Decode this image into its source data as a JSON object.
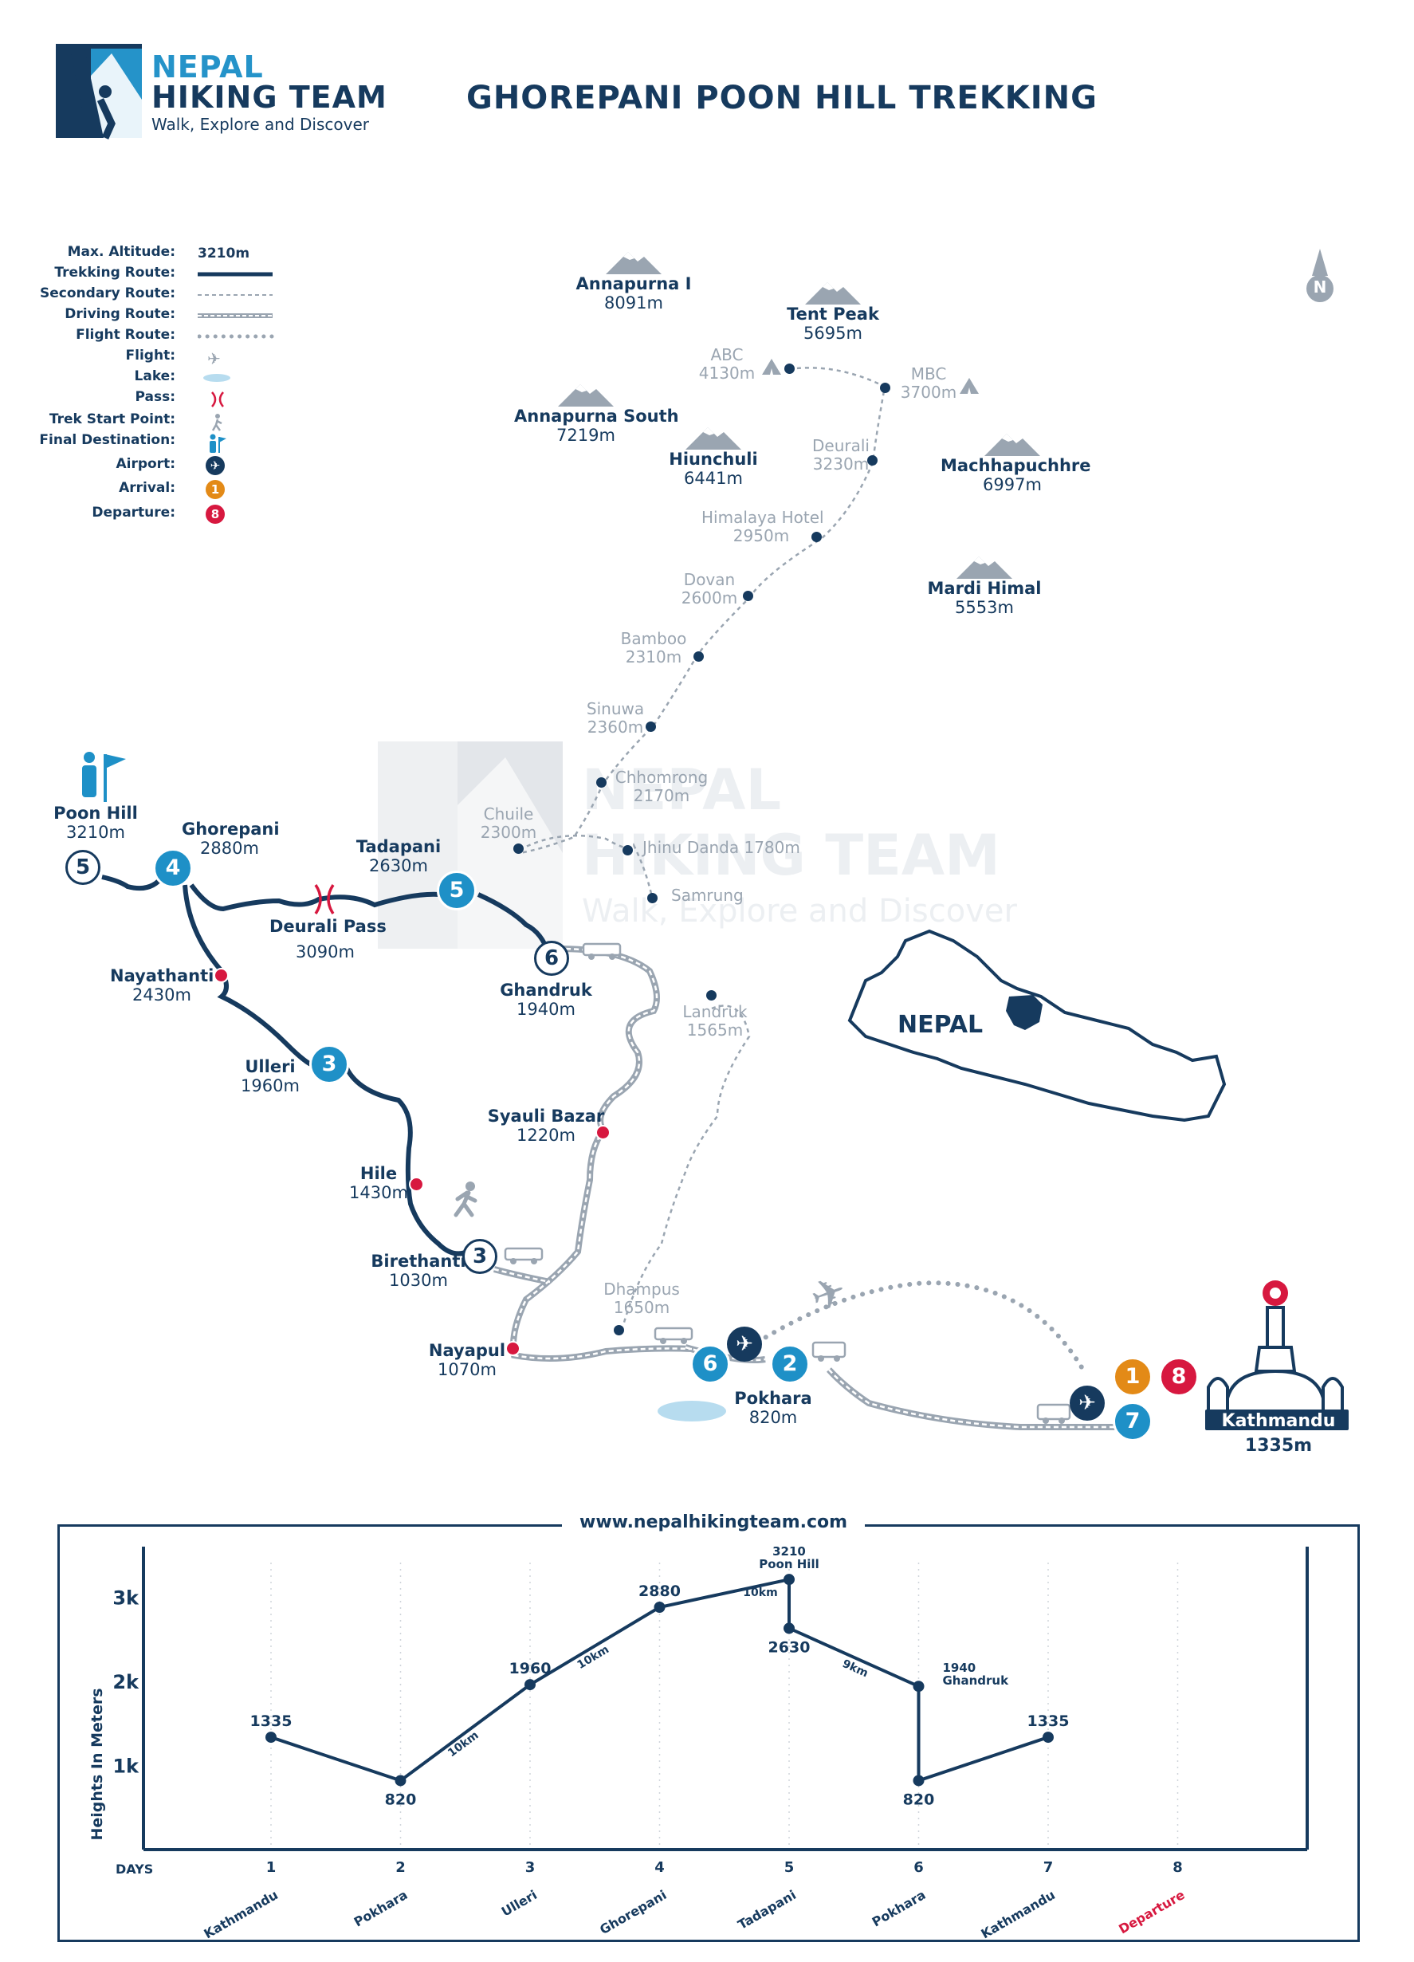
{
  "header": {
    "brand_line1": "NEPAL",
    "brand_line2": "HIKING TEAM",
    "brand_tagline": "Walk, Explore and Discover",
    "title": "GHOREPANI POON HILL TREKKING"
  },
  "legend": {
    "items": [
      {
        "label": "Max. Altitude:",
        "value": "3210m"
      },
      {
        "label": "Trekking Route:",
        "symbol": "solid-line"
      },
      {
        "label": "Secondary Route:",
        "symbol": "dashed-line"
      },
      {
        "label": "Driving Route:",
        "symbol": "double-dashed-line"
      },
      {
        "label": "Flight Route:",
        "symbol": "dotted-line"
      },
      {
        "label": "Flight:",
        "symbol": "plane-icon"
      },
      {
        "label": "Lake:",
        "symbol": "lake-icon"
      },
      {
        "label": "Pass:",
        "symbol": "pass-icon"
      },
      {
        "label": "Trek Start Point:",
        "symbol": "hiker-icon"
      },
      {
        "label": "Final Destination:",
        "symbol": "flag-person-icon"
      },
      {
        "label": "Airport:",
        "symbol": "airport-icon"
      },
      {
        "label": "Arrival:",
        "badge": "1"
      },
      {
        "label": "Departure:",
        "badge": "8"
      }
    ]
  },
  "compass": {
    "letter": "N"
  },
  "peaks": [
    {
      "name": "Annapurna I",
      "alt": "8091m"
    },
    {
      "name": "Tent Peak",
      "alt": "5695m"
    },
    {
      "name": "Annapurna South",
      "alt": "7219m"
    },
    {
      "name": "Hiunchuli",
      "alt": "6441m"
    },
    {
      "name": "Machhapuchhre",
      "alt": "6997m"
    },
    {
      "name": "Mardi Himal",
      "alt": "5553m"
    }
  ],
  "minor_places": [
    {
      "name": "ABC",
      "alt": "4130m"
    },
    {
      "name": "MBC",
      "alt": "3700m"
    },
    {
      "name": "Deurali",
      "alt": "3230m"
    },
    {
      "name": "Himalaya Hotel",
      "alt": "2950m"
    },
    {
      "name": "Dovan",
      "alt": "2600m"
    },
    {
      "name": "Bamboo",
      "alt": "2310m"
    },
    {
      "name": "Sinuwa",
      "alt": "2360m"
    },
    {
      "name": "Chhomrong",
      "alt": "2170m"
    },
    {
      "name": "Chuile",
      "alt": "2300m"
    },
    {
      "name": "Jhinu Danda 1780m",
      "alt": ""
    },
    {
      "name": "Samrung",
      "alt": ""
    },
    {
      "name": "Landruk",
      "alt": "1565m"
    },
    {
      "name": "Dhampus",
      "alt": "1650m"
    }
  ],
  "main_places": [
    {
      "name": "Poon Hill",
      "alt": "3210m"
    },
    {
      "name": "Ghorepani",
      "alt": "2880m"
    },
    {
      "name": "Tadapani",
      "alt": "2630m"
    },
    {
      "name": "Deurali Pass",
      "alt": "3090m"
    },
    {
      "name": "Nayathanti",
      "alt": "2430m"
    },
    {
      "name": "Ghandruk",
      "alt": "1940m"
    },
    {
      "name": "Ulleri",
      "alt": "1960m"
    },
    {
      "name": "Syauli Bazar",
      "alt": "1220m"
    },
    {
      "name": "Hile",
      "alt": "1430m"
    },
    {
      "name": "Birethanti",
      "alt": "1030m"
    },
    {
      "name": "Nayapul",
      "alt": "1070m"
    },
    {
      "name": "Pokhara",
      "alt": "820m"
    },
    {
      "name": "Kathmandu",
      "alt": "1335m"
    }
  ],
  "day_badges": [
    "5",
    "4",
    "5",
    "6",
    "3",
    "3",
    "6",
    "2",
    "1",
    "8",
    "7"
  ],
  "inset_map": {
    "label": "NEPAL"
  },
  "watermark": {
    "line1": "NEPAL",
    "line2": "HIKING TEAM",
    "line3": "Walk, Explore and Discover"
  },
  "chart_data": {
    "type": "line",
    "url": "www.nepalhikingteam.com",
    "ylabel": "Heights In Meters",
    "xlabel": "DAYS",
    "yticks": [
      "3k",
      "2k",
      "1k"
    ],
    "ylim": [
      0,
      3600
    ],
    "days": [
      "1",
      "2",
      "3",
      "4",
      "5",
      "6",
      "7",
      "8"
    ],
    "day_places": [
      "Kathmandu",
      "Pokhara",
      "Ulleri",
      "Ghorepani",
      "Tadapani",
      "Pokhara",
      "Kathmandu",
      "Departure"
    ],
    "points": [
      {
        "day": 1,
        "alt": 1335,
        "label": "1335"
      },
      {
        "day": 2,
        "alt": 820,
        "label": "820"
      },
      {
        "day": 3,
        "alt": 1960,
        "label": "1960"
      },
      {
        "day": 4,
        "alt": 2880,
        "label": "2880"
      },
      {
        "day": 5,
        "alt": 3210,
        "label": "3210",
        "place": "Poon Hill"
      },
      {
        "day": 5,
        "alt": 2630,
        "label": "2630"
      },
      {
        "day": 6,
        "alt": 1940,
        "label": "1940",
        "place": "Ghandruk"
      },
      {
        "day": 6,
        "alt": 820,
        "label": "820"
      },
      {
        "day": 7,
        "alt": 1335,
        "label": "1335"
      }
    ],
    "segment_labels": [
      "10km",
      "10km",
      "10km",
      "9km"
    ],
    "colors": {
      "line": "#163a5e",
      "departure": "#d7183f"
    }
  }
}
